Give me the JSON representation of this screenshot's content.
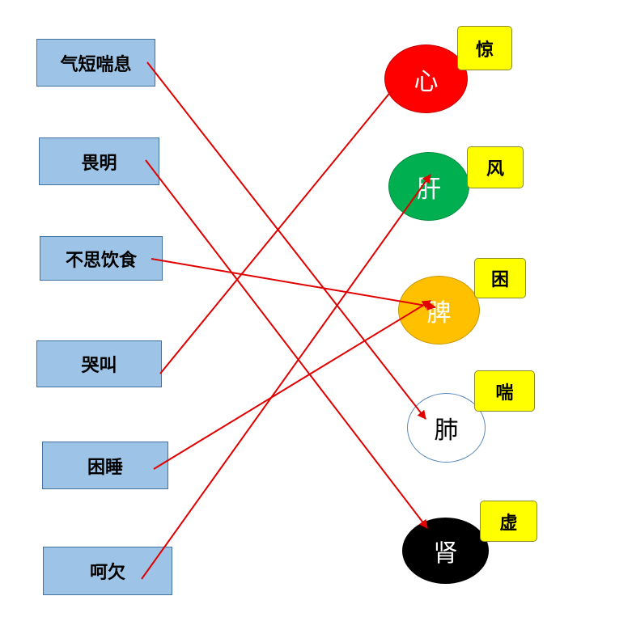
{
  "symptoms": [
    {
      "id": "s0",
      "label": "气短喘息"
    },
    {
      "id": "s1",
      "label": "畏明"
    },
    {
      "id": "s2",
      "label": "不思饮食"
    },
    {
      "id": "s3",
      "label": "哭叫"
    },
    {
      "id": "s4",
      "label": "困睡"
    },
    {
      "id": "s5",
      "label": "呵欠"
    }
  ],
  "organs": [
    {
      "id": "o0",
      "label": "心",
      "color": "#ff0000",
      "text_color": "#ffffff",
      "tag": "惊"
    },
    {
      "id": "o1",
      "label": "肝",
      "color": "#00b050",
      "text_color": "#ffffff",
      "tag": "风"
    },
    {
      "id": "o2",
      "label": "脾",
      "color": "#ffc000",
      "text_color": "#ffffff",
      "tag": "困"
    },
    {
      "id": "o3",
      "label": "肺",
      "color": "#ffffff",
      "text_color": "#000000",
      "tag": "喘"
    },
    {
      "id": "o4",
      "label": "肾",
      "color": "#000000",
      "text_color": "#ffffff",
      "tag": "虚"
    }
  ],
  "connections": [
    {
      "from": "气短喘息",
      "to": "肺"
    },
    {
      "from": "畏明",
      "to": "肾"
    },
    {
      "from": "不思饮食",
      "to": "脾"
    },
    {
      "from": "哭叫",
      "to": "心"
    },
    {
      "from": "困睡",
      "to": "脾"
    },
    {
      "from": "呵欠",
      "to": "肝"
    }
  ],
  "colors": {
    "arrow": "#e00000",
    "box_fill": "#9dc3e6",
    "tag_fill": "#ffff00"
  }
}
